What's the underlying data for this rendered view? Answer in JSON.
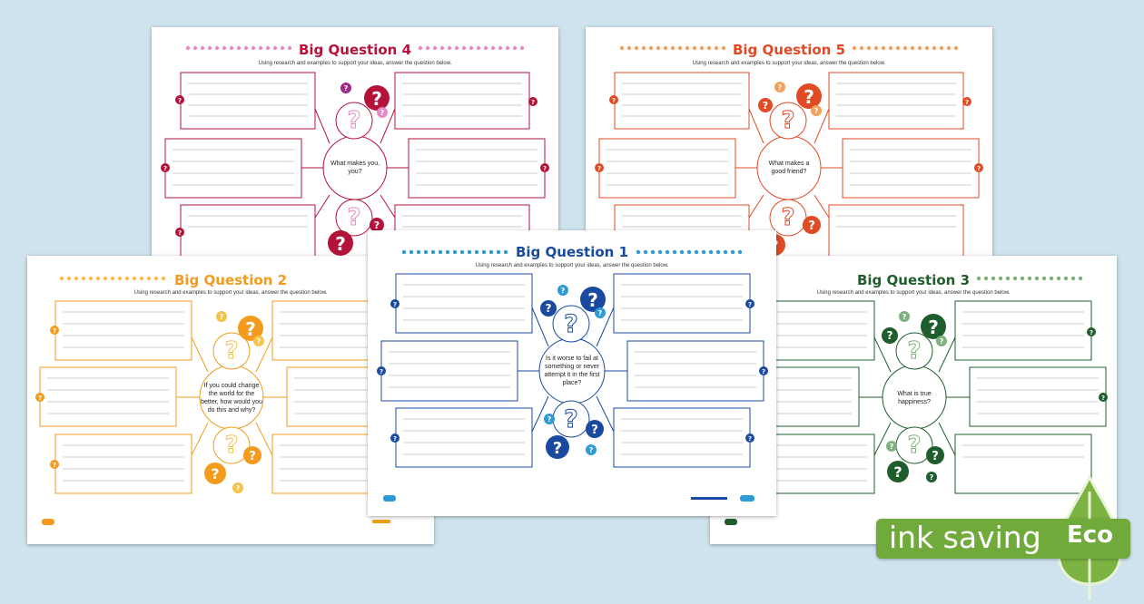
{
  "sheets": {
    "q4": {
      "title": "Big Question 4",
      "subtitle": "Using research and examples to support your ideas, answer the question below.",
      "center": "What makes you, you?",
      "color": "#b5123a",
      "accent": "#e58bc4"
    },
    "q5": {
      "title": "Big Question 5",
      "subtitle": "Using research and examples to support your ideas, answer the question below.",
      "center": "What makes a good friend?",
      "color": "#e04a24",
      "accent": "#f2a25a"
    },
    "q2": {
      "title": "Big Question 2",
      "subtitle": "Using research and examples to support your ideas, answer the question below.",
      "center": "If you could change the world for the better, how would you do this and why?",
      "color": "#f29b1d",
      "accent": "#f5c24a"
    },
    "q1": {
      "title": "Big Question 1",
      "subtitle": "Using research and examples to support your ideas, answer the question below.",
      "center": "Is it worse to fail at something or never attempt it in the first place?",
      "color": "#1a4aa0",
      "accent": "#2f9ad8"
    },
    "q3": {
      "title": "Big Question 3",
      "subtitle": "Using research and examples to support your ideas, answer the question below.",
      "center": "What is true happiness?",
      "color": "#1f5e2c",
      "accent": "#7fb07f"
    }
  },
  "badge": {
    "label": "ink saving",
    "eco": "Eco",
    "color": "#6faa3a"
  },
  "icons": {
    "question": "question-mark-icon",
    "leaf": "leaf-icon"
  }
}
